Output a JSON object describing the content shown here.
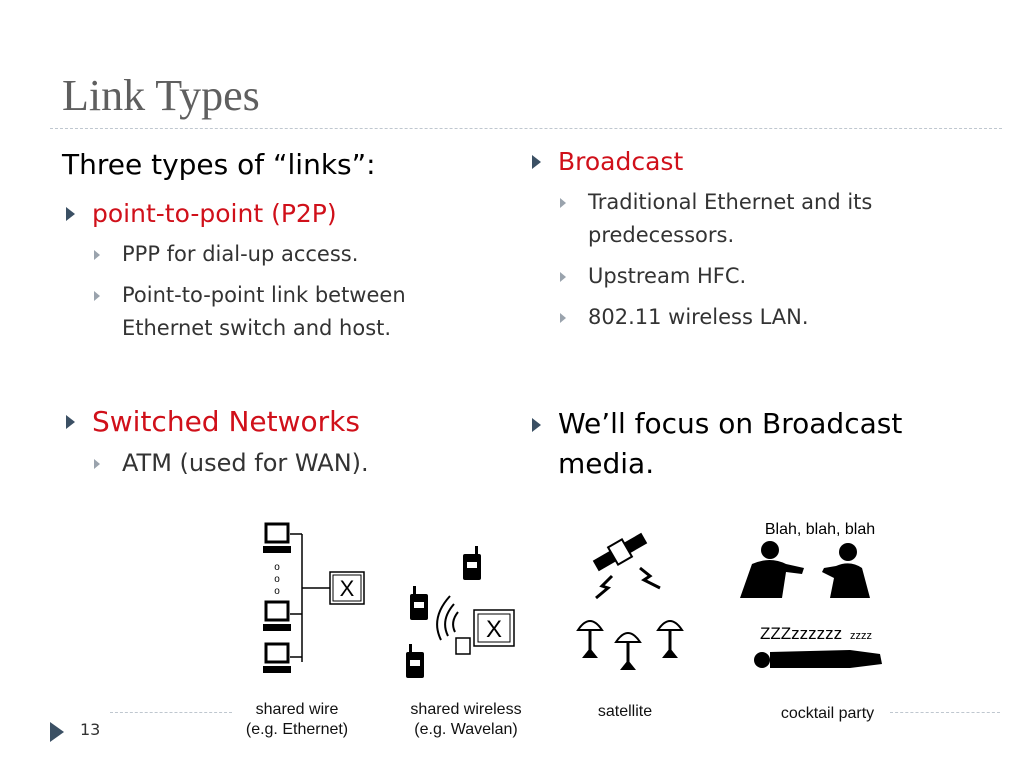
{
  "slide": {
    "title": "Link Types",
    "page_number": "13"
  },
  "left": {
    "intro": "Three types of “links”:",
    "p2p": {
      "label": "point-to-point (P2P)",
      "items": [
        "PPP for dial-up access.",
        "Point-to-point link between Ethernet switch and host."
      ]
    },
    "switched": {
      "label": "Switched Networks",
      "items": [
        "ATM (used for WAN)."
      ]
    }
  },
  "right": {
    "broadcast": {
      "label": "Broadcast",
      "items": [
        "Traditional Ethernet and its predecessors.",
        "Upstream HFC.",
        "802.11 wireless LAN."
      ]
    },
    "focus": "We’ll focus on Broadcast media."
  },
  "figure": {
    "shared_wire": [
      "shared wire",
      "(e.g. Ethernet)"
    ],
    "shared_wireless": [
      "shared wireless",
      "(e.g. Wavelan)"
    ],
    "satellite": "satellite",
    "cocktail_party": "cocktail party",
    "speech": "Blah, blah, blah",
    "snore": "ZZZzzzzzz",
    "snore_small": "zzzz",
    "switch_glyph": "X"
  },
  "colors": {
    "title": "#5f5f5f",
    "accent_red": "#d0101a",
    "bullet": "#3b5064"
  }
}
